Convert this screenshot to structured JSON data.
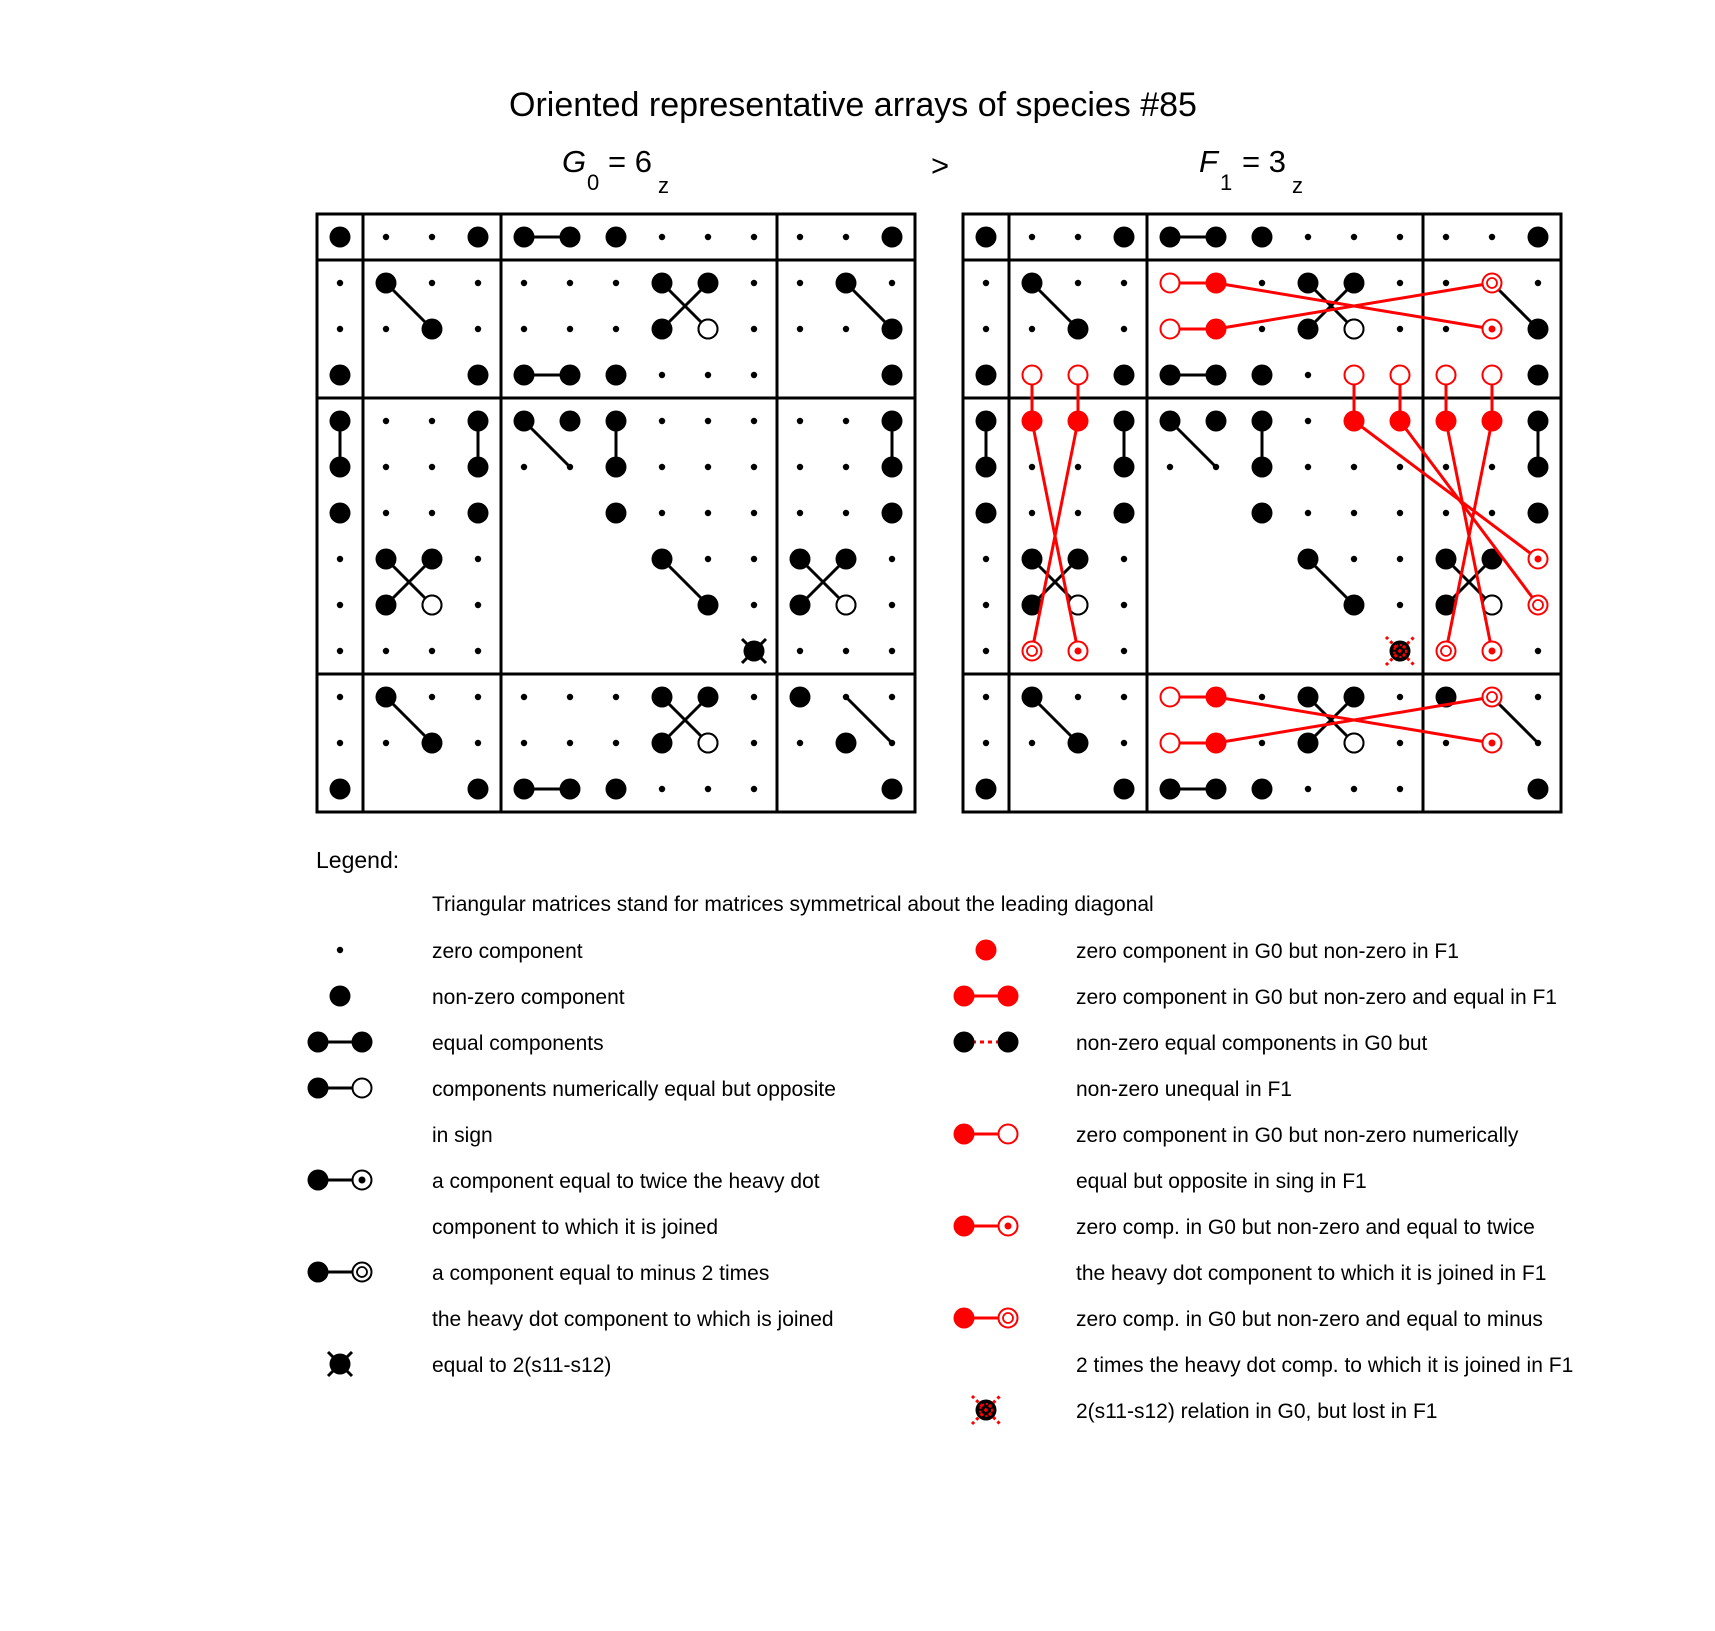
{
  "title": "Oriented representative arrays of species #85",
  "left_heading": {
    "letter": "G",
    "sub": "0",
    "value": "= 6",
    "value_sub": "z"
  },
  "relation": ">",
  "right_heading": {
    "letter": "F",
    "sub": "1",
    "value": "= 3",
    "value_sub": "z"
  },
  "legend": {
    "heading": "Legend:",
    "note": "Triangular matrices stand for matrices symmetrical about the leading diagonal",
    "left": [
      {
        "icon": "zero-dot",
        "lines": [
          "zero component"
        ]
      },
      {
        "icon": "heavy-dot",
        "lines": [
          "non-zero component"
        ]
      },
      {
        "icon": "equal-pair",
        "lines": [
          "equal components"
        ]
      },
      {
        "icon": "opposite-sign-pair",
        "lines": [
          "components numerically equal but opposite",
          "in sign"
        ]
      },
      {
        "icon": "twice-pair",
        "lines": [
          "a component equal to twice the heavy dot",
          "component to which it is joined"
        ]
      },
      {
        "icon": "minus-twice-pair",
        "lines": [
          "a component equal to minus 2 times",
          "the heavy dot component to which is joined"
        ]
      },
      {
        "icon": "crossed-dot",
        "lines": [
          "equal to 2(s11-s12)"
        ]
      }
    ],
    "right": [
      {
        "icon": "red-dot",
        "lines": [
          "zero component in G0 but non-zero in F1"
        ]
      },
      {
        "icon": "red-equal-pair",
        "lines": [
          "zero component in G0 but non-zero and equal in F1"
        ]
      },
      {
        "icon": "dotted-equal-pair",
        "lines": [
          "non-zero equal components in G0 but",
          "non-zero unequal in F1"
        ]
      },
      {
        "icon": "red-opposite-pair",
        "lines": [
          "zero component in G0 but non-zero numerically",
          "equal but opposite in sing in F1"
        ]
      },
      {
        "icon": "red-twice-pair",
        "lines": [
          "zero comp. in G0 but non-zero and equal to twice",
          "the heavy dot component to which it is joined in F1"
        ]
      },
      {
        "icon": "red-minus-twice-pair",
        "lines": [
          "zero comp. in G0 but non-zero and equal to minus",
          "2 times the heavy dot comp. to which it is joined in F1"
        ]
      },
      {
        "icon": "lost-crossed-dot",
        "lines": [
          "2(s11-s12) relation in G0, but lost in F1"
        ]
      }
    ]
  },
  "colors": {
    "black": "#000000",
    "red": "#ff0000"
  }
}
